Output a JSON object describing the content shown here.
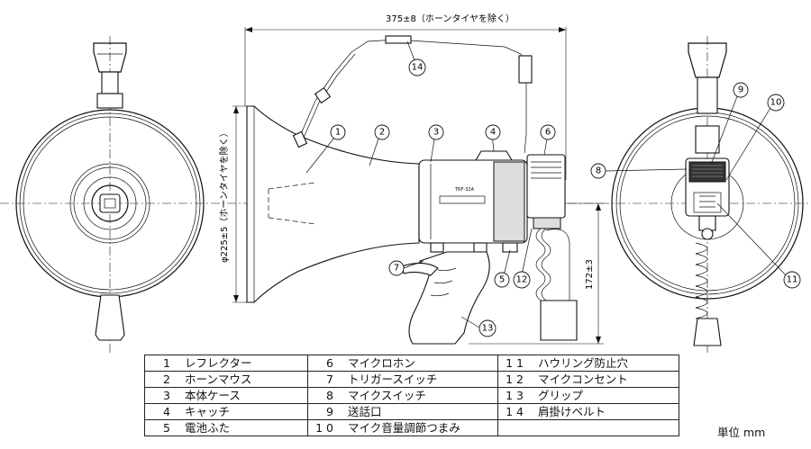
{
  "dimensions": {
    "length_text": "375±8（ホーンタイヤを除く）",
    "diameter_text": "φ225±5（ホーンタイヤを除く）",
    "height_text": "172±3"
  },
  "callouts": [
    "1",
    "2",
    "3",
    "4",
    "5",
    "6",
    "7",
    "8",
    "9",
    "10",
    "11",
    "12",
    "13",
    "14"
  ],
  "body_label": "TRF-32A",
  "parts": [
    {
      "num": "1",
      "name": "レフレクター"
    },
    {
      "num": "2",
      "name": "ホーンマウス"
    },
    {
      "num": "3",
      "name": "本体ケース"
    },
    {
      "num": "4",
      "name": "キャッチ"
    },
    {
      "num": "5",
      "name": "電池ふた"
    },
    {
      "num": "6",
      "name": "マイクロホン"
    },
    {
      "num": "7",
      "name": "トリガースイッチ"
    },
    {
      "num": "8",
      "name": "マイクスイッチ"
    },
    {
      "num": "9",
      "name": "送話口"
    },
    {
      "num": "1 0",
      "name": "マイク音量調節つまみ"
    },
    {
      "num": "1 1",
      "name": "ハウリング防止穴"
    },
    {
      "num": "1 2",
      "name": "マイクコンセント"
    },
    {
      "num": "1 3",
      "name": "グリップ"
    },
    {
      "num": "1 4",
      "name": "肩掛けベルト"
    }
  ],
  "unit": "単位 mm"
}
